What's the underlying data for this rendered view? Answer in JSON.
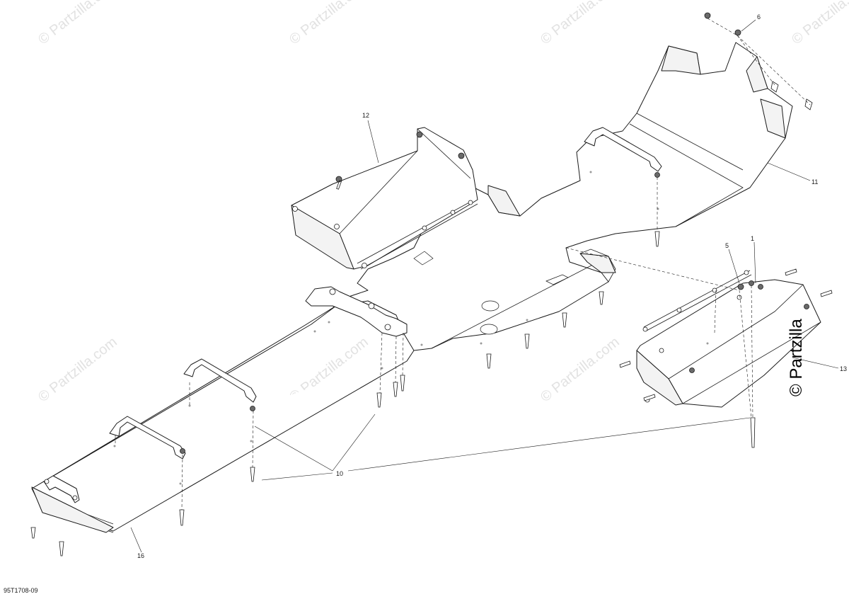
{
  "watermark": {
    "text": "© Partzilla.com",
    "color": "#e2e2e2",
    "corner_text": "© Partzilla"
  },
  "reference_code": "95T1708-09",
  "callouts": {
    "c1": "1",
    "c5": "5",
    "c6": "6",
    "c10": "10",
    "c11": "11",
    "c12": "12",
    "c13": "13",
    "c16": "16"
  }
}
